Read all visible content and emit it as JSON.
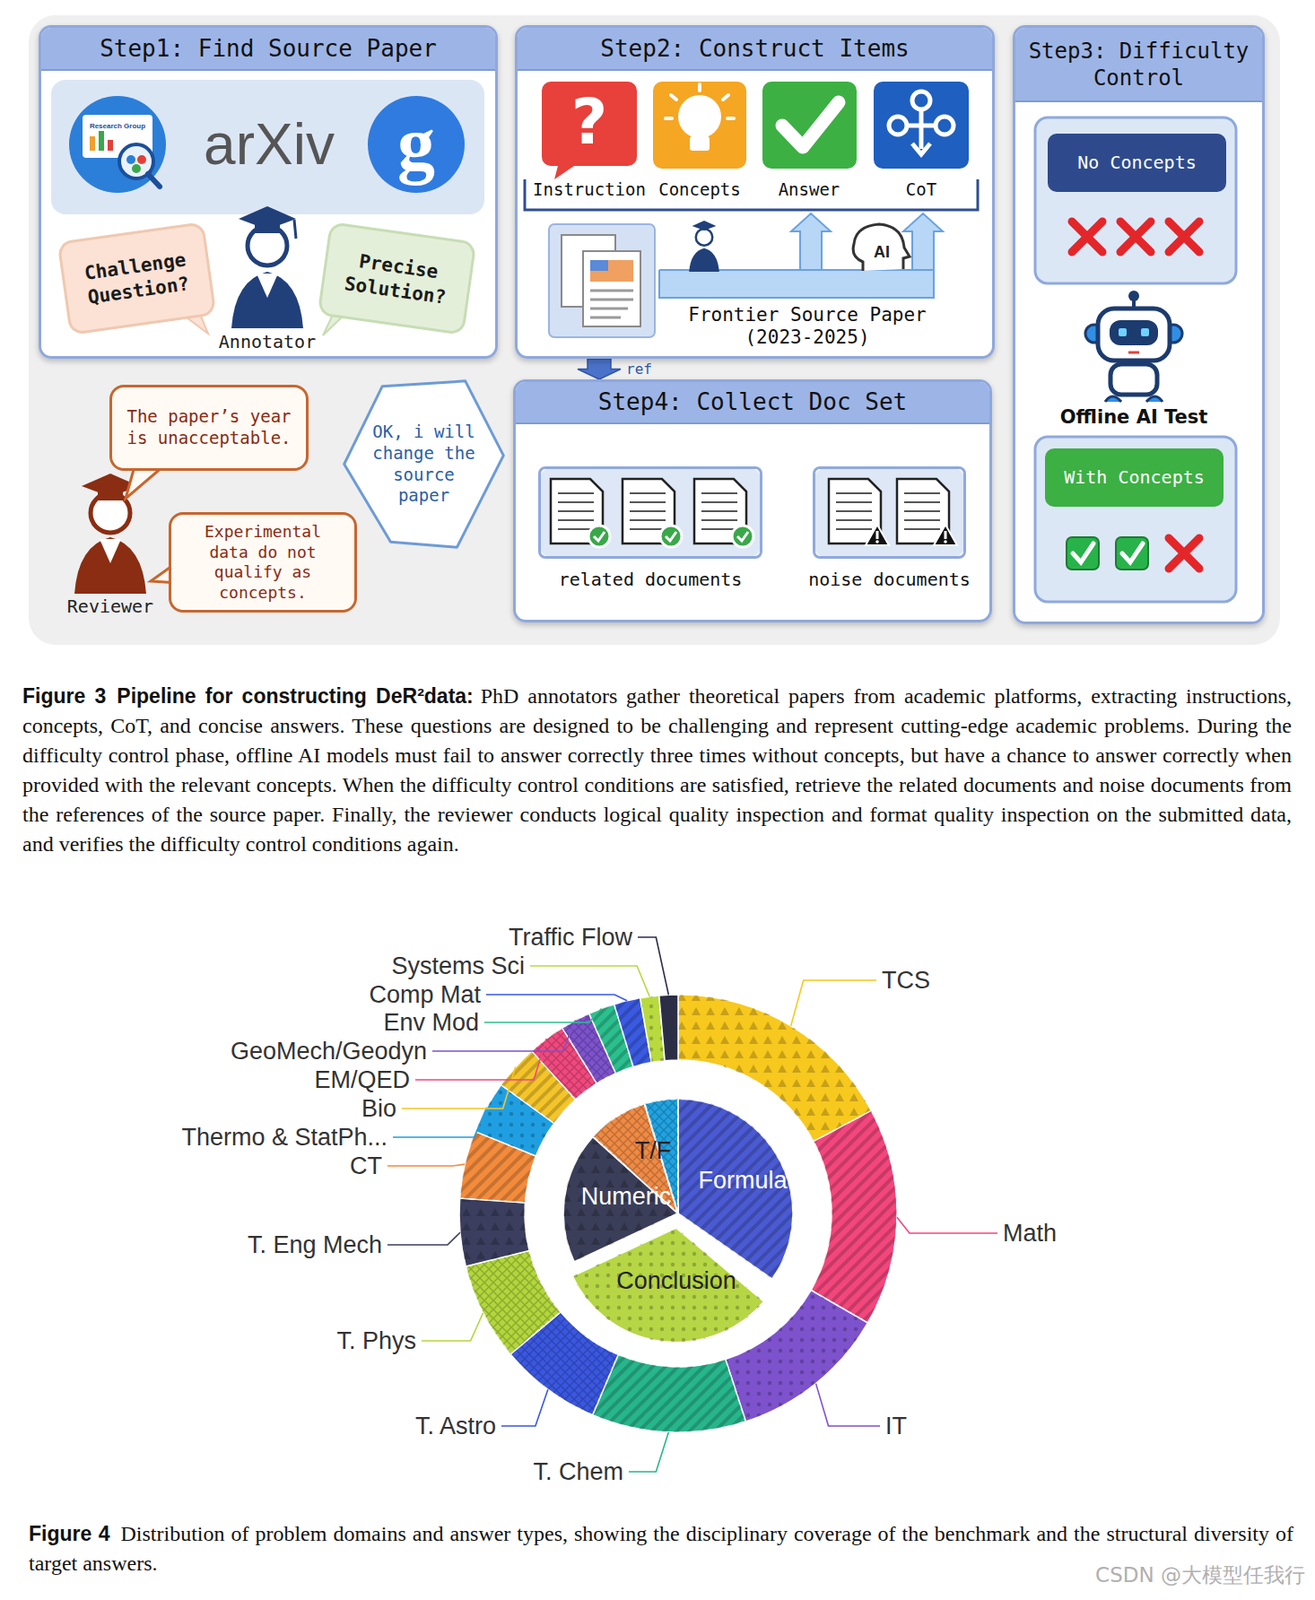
{
  "diagram": {
    "nodes": [
      {
        "text": [
          "Step1: Find Source Paper"
        ]
      },
      {
        "text": [
          "Challenge Question?"
        ],
        "in": 0
      },
      {
        "text": [
          "Precise Solution?"
        ],
        "in": 0
      },
      {
        "text": [
          "Step2: Construct Items"
        ]
      },
      {
        "text": [
          "Step3: Difficulty Control"
        ]
      },
      {
        "text": [
          "No Concepts"
        ],
        "in": 4
      },
      {
        "text": [
          "With Concepts"
        ],
        "in": 4
      },
      {
        "text": [
          "Step4: Collect Doc Set"
        ]
      },
      {
        "text": [
          "related documents"
        ],
        "in": 7
      },
      {
        "text": [
          "noise documents"
        ],
        "in": 7
      },
      {
        "text": [
          "The paper’s year is unacceptable."
        ]
      },
      {
        "text": [
          "OK, i will change the source paper"
        ]
      },
      {
        "text": [
          "Experimental data do not qualify as concepts."
        ]
      }
    ],
    "edges": [
      {
        "from": 3,
        "to": 7,
        "arrow": "to",
        "label": "ref"
      }
    ],
    "labels": [
      "Research Group",
      "arXiv",
      "g",
      "Annotator",
      "?",
      "Instruction",
      "Concepts",
      "Answer",
      "CoT",
      "AI",
      "Frontier Source Paper (2023-2025)",
      "Offline AI Test",
      "Reviewer",
      "Figure 3",
      "Pipeline for constructing DeR²data:",
      "PhD annotators gather theoretical papers from academic platforms, extracting instructions, concepts, CoT, and concise answers. These questions are designed to be challenging and represent cutting-edge academic problems. During the difficulty control phase, offline AI models must fail to answer correctly three times without concepts, but have a chance to answer correctly when provided with the relevant concepts. When the difficulty control conditions are satisfied, retrieve the related documents and noise documents from the references of the source paper. Finally, the reviewer conducts logical quality inspection and format quality inspection on the submitted data, and verifies the difficulty control conditions again.",
      "Traffic Flow",
      "Systems Sci",
      "Comp Mat",
      "Env Mod",
      "GeoMech/Geodyn",
      "EM/QED",
      "Bio",
      "Thermo & StatPh...",
      "CT",
      "T. Eng Mech",
      "T. Phys",
      "T. Astro",
      "T. Chem",
      "IT",
      "Math",
      "TCS",
      "T/F",
      "Numeric",
      "Formula",
      "Conclusion",
      "Figure 4",
      "Distribution of problem domains and answer types, showing the disciplinary coverage of the benchmark and the structural diversity of target answers.",
      "CSDN @大模型任我行"
    ]
  }
}
